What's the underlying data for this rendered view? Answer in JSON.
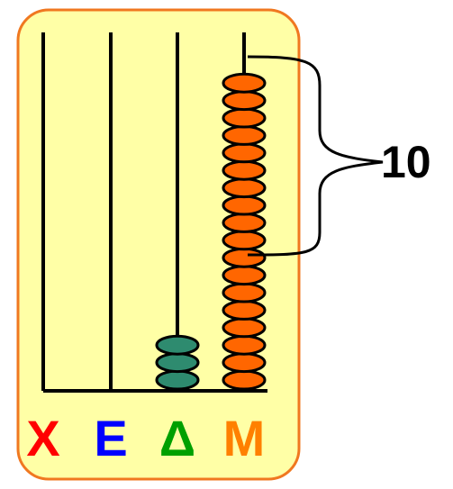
{
  "colors": {
    "frame_fill": "#FFFFA6",
    "frame_stroke": "#F07820",
    "rod": "#000000",
    "bead_stroke": "#000000"
  },
  "columns": [
    {
      "label": "Χ",
      "label_color": "#FF0000",
      "beads": 0,
      "bead_color": ""
    },
    {
      "label": "Ε",
      "label_color": "#0000FF",
      "beads": 0,
      "bead_color": ""
    },
    {
      "label": "Δ",
      "label_color": "#00A000",
      "beads": 3,
      "bead_color": "#2E8B6F"
    },
    {
      "label": "Μ",
      "label_color": "#FF8000",
      "beads": 18,
      "bead_color": "#FF6600"
    }
  ],
  "bracket": {
    "label": "10",
    "beads_spanned": 10
  }
}
